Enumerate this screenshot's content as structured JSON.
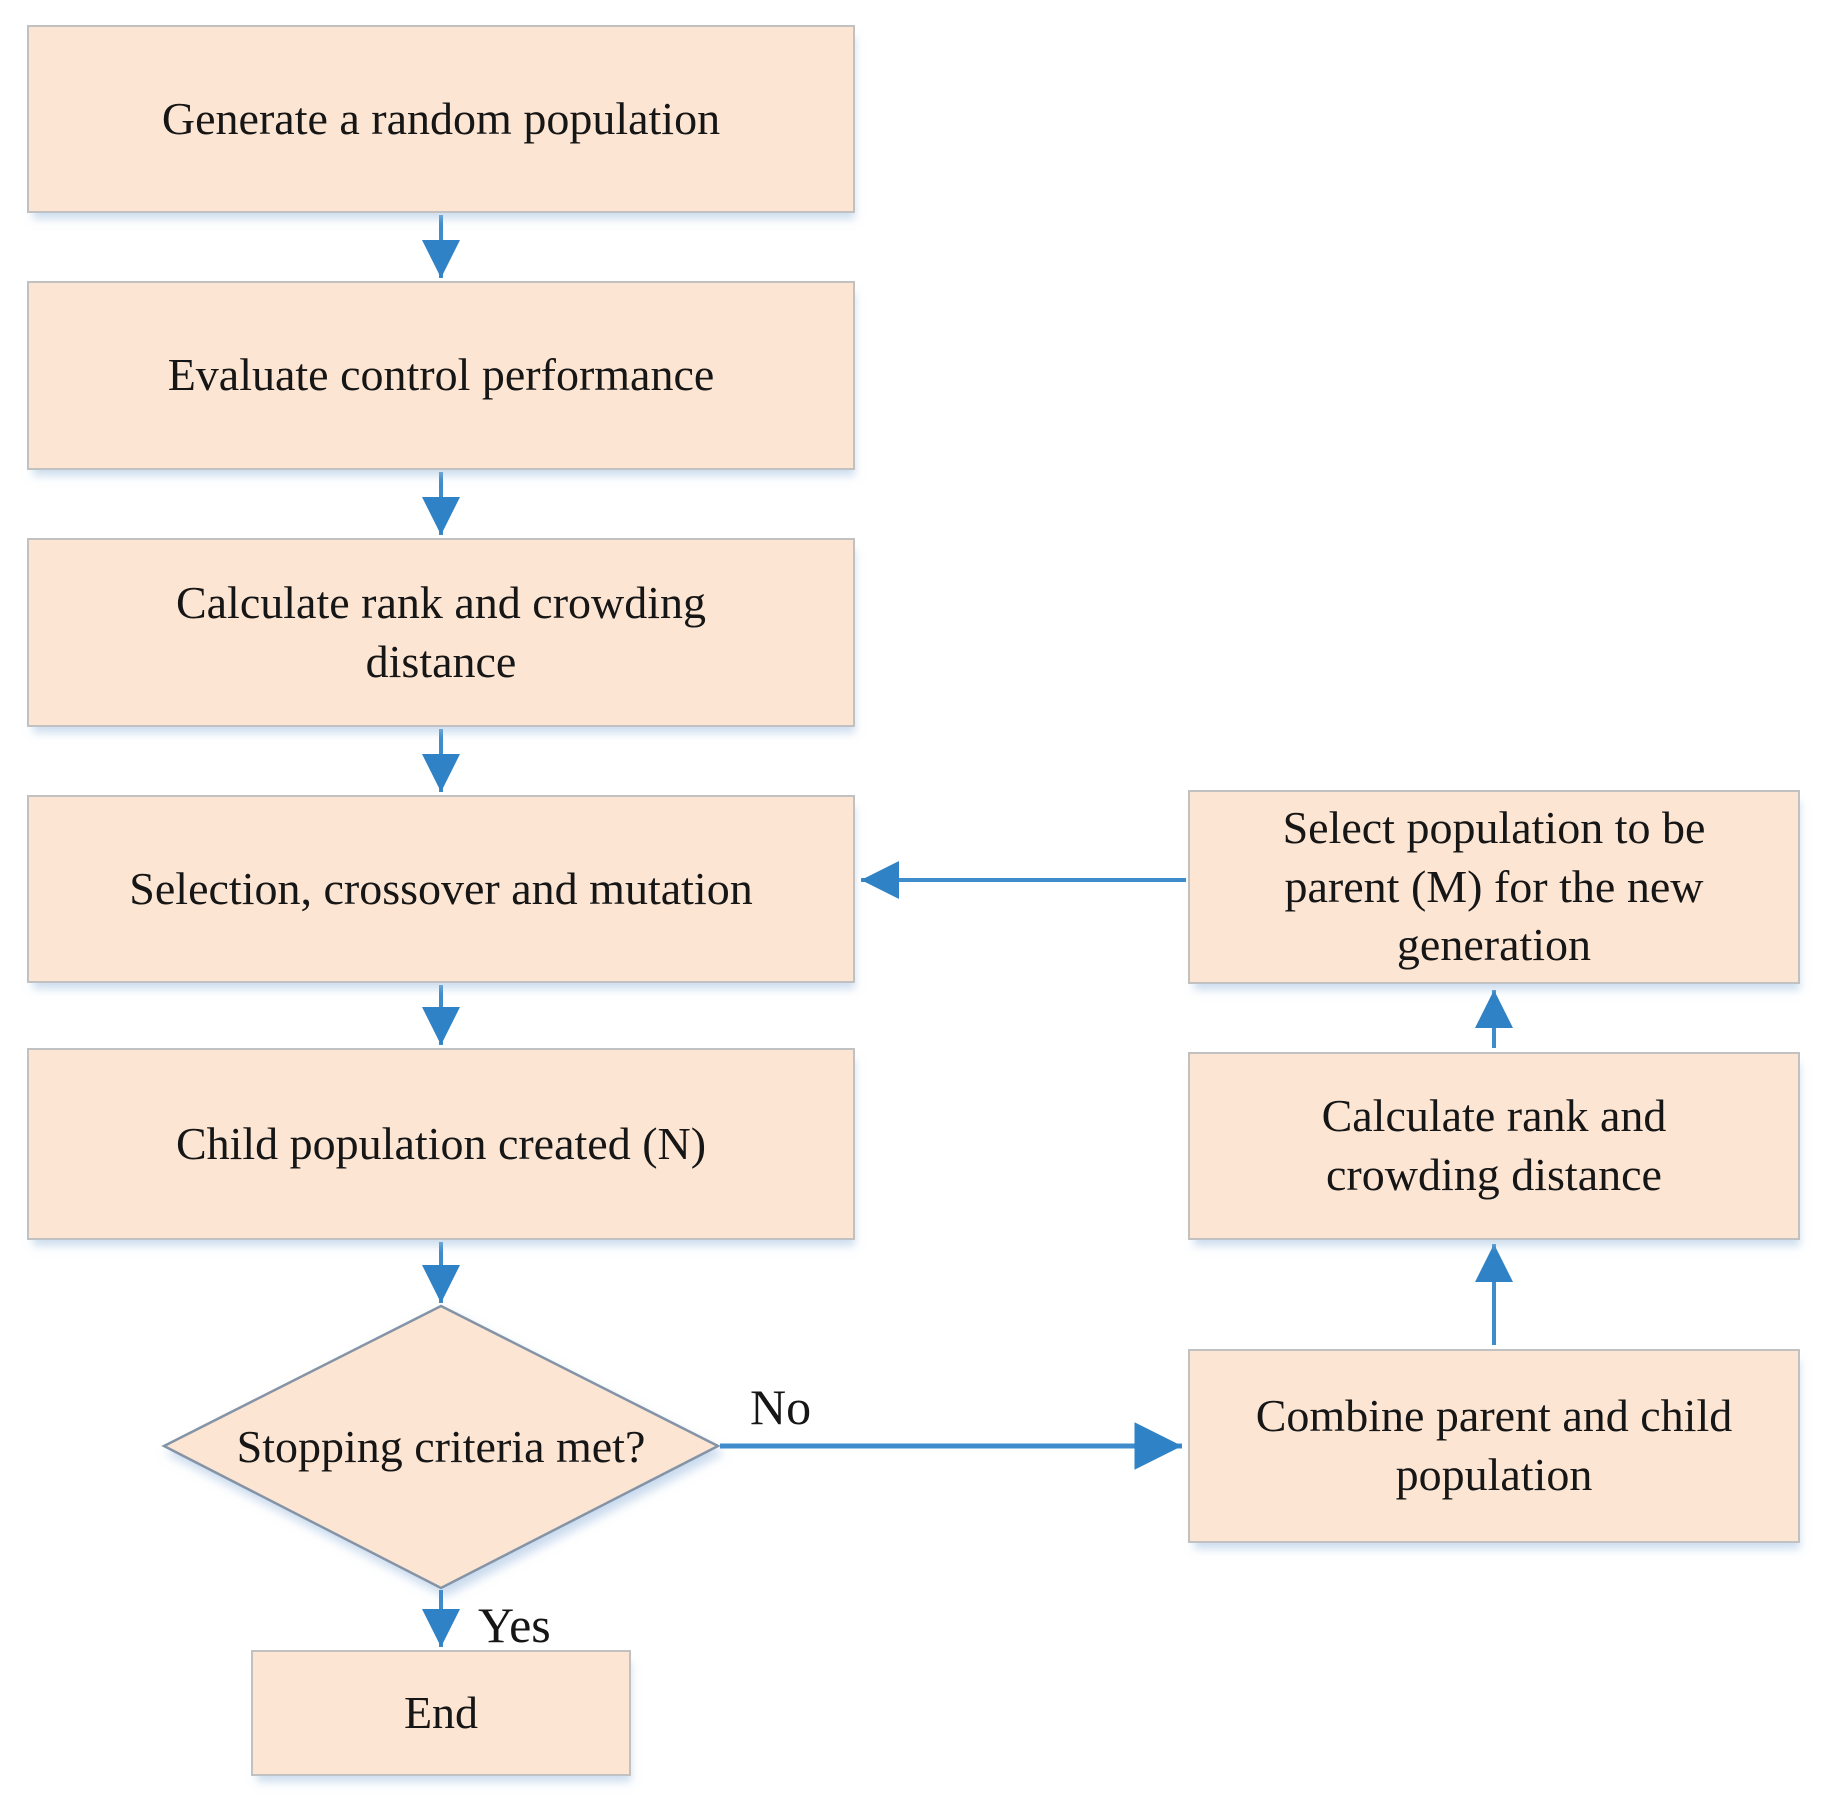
{
  "figure": {
    "type": "flowchart",
    "description": "Genetic algorithm (NSGA-II style) optimization flowchart",
    "background": "#FFFFFF"
  },
  "colors": {
    "node_fill": "#FCE5D3",
    "node_border": "#C1C1C1",
    "diamond_border": "#8494A6",
    "arrow": "#2E82C5",
    "text": "#161616"
  },
  "nodes": {
    "generate": {
      "label": "Generate a random population",
      "shape": "rect"
    },
    "evaluate": {
      "label": "Evaluate control performance",
      "shape": "rect"
    },
    "calc_rank_left": {
      "label": "Calculate rank and crowding distance",
      "shape": "rect"
    },
    "selection": {
      "label": "Selection, crossover and mutation",
      "shape": "rect"
    },
    "child": {
      "label": "Child population created (N)",
      "shape": "rect"
    },
    "stopping": {
      "label": "Stopping criteria met?",
      "shape": "diamond"
    },
    "end": {
      "label": "End",
      "shape": "rect"
    },
    "select_parent": {
      "label": "Select population to be parent (M) for the new generation",
      "shape": "rect"
    },
    "calc_rank_right": {
      "label": "Calculate rank and crowding distance",
      "shape": "rect"
    },
    "combine": {
      "label": "Combine parent and child population",
      "shape": "rect"
    }
  },
  "edge_labels": {
    "no": "No",
    "yes": "Yes"
  },
  "edges": [
    {
      "from": "generate",
      "to": "evaluate"
    },
    {
      "from": "evaluate",
      "to": "calc_rank_left"
    },
    {
      "from": "calc_rank_left",
      "to": "selection"
    },
    {
      "from": "selection",
      "to": "child"
    },
    {
      "from": "child",
      "to": "stopping"
    },
    {
      "from": "stopping",
      "to": "end",
      "label": "Yes"
    },
    {
      "from": "stopping",
      "to": "combine",
      "label": "No"
    },
    {
      "from": "combine",
      "to": "calc_rank_right"
    },
    {
      "from": "calc_rank_right",
      "to": "select_parent"
    },
    {
      "from": "select_parent",
      "to": "selection"
    }
  ]
}
